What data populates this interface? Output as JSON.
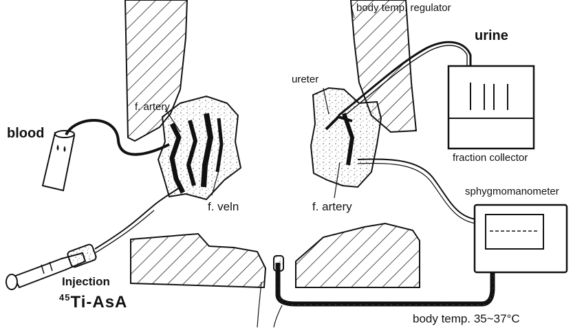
{
  "labels": {
    "body_temp_regulator": "body temp. regulator",
    "urine": "urine",
    "ureter": "ureter",
    "f_artery_left": "f. artery",
    "blood": "blood",
    "fraction_collector": "fraction collector",
    "sphygmomanometer": "sphygmomanometer",
    "f_vein": "f. veln",
    "f_artery_right": "f. artery",
    "injection": "Injection",
    "isotope_mass": "45",
    "compound": "Ti-AsA",
    "body_temp": "body temp. 35~37°C"
  }
}
